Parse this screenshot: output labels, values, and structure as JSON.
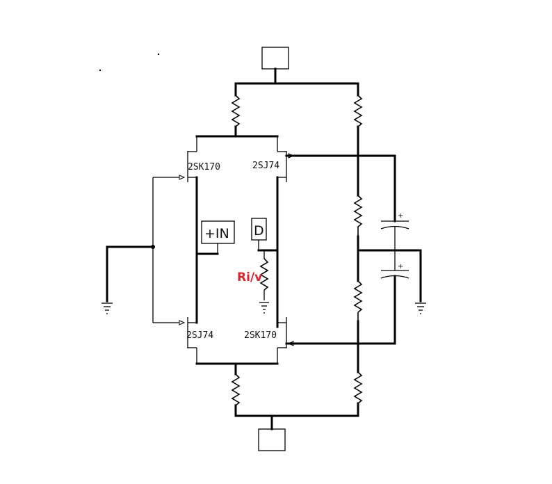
{
  "components": {
    "q1": "2SK170",
    "q2": "2SJ74",
    "q3": "2SJ74",
    "q4": "2SK170"
  },
  "labels": {
    "input": "+IN",
    "drain": "D",
    "riv": "Ri/v"
  },
  "colors": {
    "riv_label": "#e0202a"
  }
}
